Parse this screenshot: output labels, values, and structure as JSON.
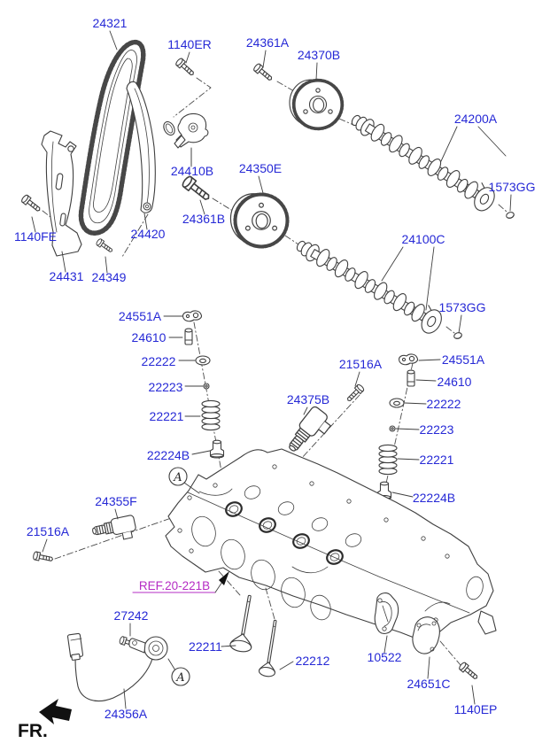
{
  "diagram": {
    "kind": "engine camshaft & valve exploded parts diagram",
    "colors": {
      "part_number_text": "#2629d6",
      "reference_text": "#b52cc4",
      "line_art": "#3f3f3f",
      "background": "#ffffff",
      "marker_black": "#101010"
    }
  },
  "annotations": {
    "front_marker": "FR.",
    "reference_link": "REF.20-221B",
    "detail_marker": "A"
  },
  "parts": {
    "timing_chain": "24321",
    "tensioner_bolt": "1140ER",
    "exhaust_cvvt_bolt": "24361A",
    "exhaust_cvvt": "24370B",
    "exhaust_camshaft": "24200A",
    "chain_tensioner": "24410B",
    "intake_cvvt": "24350E",
    "sealing_plug": "1573GG",
    "intake_cvvt_bolt": "24361B",
    "chain_guide": "24420",
    "guide_bolt": "1140FE",
    "intake_camshaft": "24100C",
    "tensioner_arm": "24431",
    "arm_pivot_bolt": "24349",
    "rocker_arm": "24551A",
    "lash_adjuster": "24610",
    "spring_retainer": "22222",
    "retainer_lock": "22223",
    "valve_spring": "22221",
    "ocv_bolt": "21516A",
    "valve_stem_seal": "22224B",
    "intake_ocv": "24375B",
    "exhaust_ocv": "24355F",
    "sensor_bolt": "27242",
    "intake_valve": "22211",
    "exhaust_valve": "22212",
    "end_gasket": "10522",
    "end_cover": "24651C",
    "cover_bolt": "1140EP",
    "camshaft_sensor": "24356A"
  }
}
